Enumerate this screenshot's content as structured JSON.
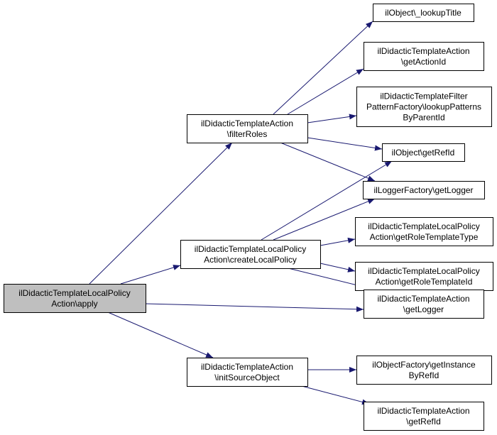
{
  "colors": {
    "edge": "#191970",
    "root_fill": "#bfbfbf",
    "node_fill": "#ffffff",
    "node_border": "#000000"
  },
  "nodes": {
    "apply": [
      "ilDidacticTemplateLocalPolicy",
      "Action\\apply"
    ],
    "filterRoles": [
      "ilDidacticTemplateAction",
      "\\filterRoles"
    ],
    "createLocalPolicy": [
      "ilDidacticTemplateLocalPolicy",
      "Action\\createLocalPolicy"
    ],
    "initSourceObject": [
      "ilDidacticTemplateAction",
      "\\initSourceObject"
    ],
    "lookupTitle": [
      "ilObject\\_lookupTitle"
    ],
    "getActionId": [
      "ilDidacticTemplateAction",
      "\\getActionId"
    ],
    "lookupPatterns": [
      "ilDidacticTemplateFilter",
      "PatternFactory\\lookupPatterns",
      "ByParentId"
    ],
    "getRefId": [
      "ilObject\\getRefId"
    ],
    "getLoggerFactory": [
      "ilLoggerFactory\\getLogger"
    ],
    "getRoleTemplateType": [
      "ilDidacticTemplateLocalPolicy",
      "Action\\getRoleTemplateType"
    ],
    "getRoleTemplateId": [
      "ilDidacticTemplateLocalPolicy",
      "Action\\getRoleTemplateId"
    ],
    "getLoggerAction": [
      "ilDidacticTemplateAction",
      "\\getLogger"
    ],
    "getInstanceByRefId": [
      "ilObjectFactory\\getInstance",
      "ByRefId"
    ],
    "getRefIdAction": [
      "ilDidacticTemplateAction",
      "\\getRefId"
    ]
  },
  "edges": [
    [
      "apply",
      "filterRoles"
    ],
    [
      "apply",
      "createLocalPolicy"
    ],
    [
      "apply",
      "getLoggerAction"
    ],
    [
      "apply",
      "initSourceObject"
    ],
    [
      "filterRoles",
      "lookupTitle"
    ],
    [
      "filterRoles",
      "getActionId"
    ],
    [
      "filterRoles",
      "lookupPatterns"
    ],
    [
      "filterRoles",
      "getRefId"
    ],
    [
      "filterRoles",
      "getLoggerFactory"
    ],
    [
      "createLocalPolicy",
      "getRefId"
    ],
    [
      "createLocalPolicy",
      "getLoggerFactory"
    ],
    [
      "createLocalPolicy",
      "getRoleTemplateType"
    ],
    [
      "createLocalPolicy",
      "getRoleTemplateId"
    ],
    [
      "createLocalPolicy",
      "getLoggerAction"
    ],
    [
      "initSourceObject",
      "getInstanceByRefId"
    ],
    [
      "initSourceObject",
      "getRefIdAction"
    ]
  ]
}
